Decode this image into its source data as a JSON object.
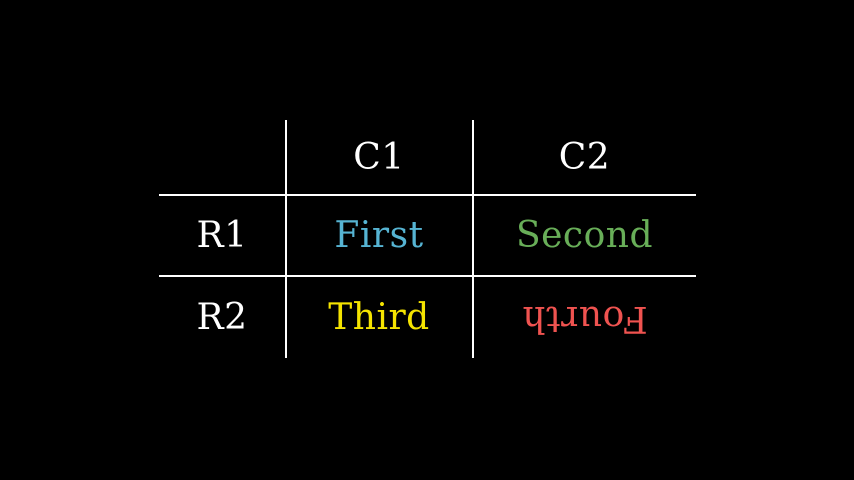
{
  "figure": {
    "background_color": "#000000",
    "grid_line_color": "#ffffff",
    "header_text_color": "#ffffff",
    "row_label_color": "#ffffff"
  },
  "table": {
    "column_headers": [
      {
        "label": "C1"
      },
      {
        "label": "C2"
      }
    ],
    "row_headers": [
      {
        "label": "R1"
      },
      {
        "label": "R2"
      }
    ],
    "cells": [
      [
        {
          "text": "First",
          "color": "#56b4d3",
          "rotation": 0
        },
        {
          "text": "Second",
          "color": "#68ae58",
          "rotation": 0
        }
      ],
      [
        {
          "text": "Third",
          "color": "#f5e400",
          "rotation": 0
        },
        {
          "text": "Fourth",
          "color": "#ef5350",
          "rotation": 180
        }
      ]
    ]
  }
}
